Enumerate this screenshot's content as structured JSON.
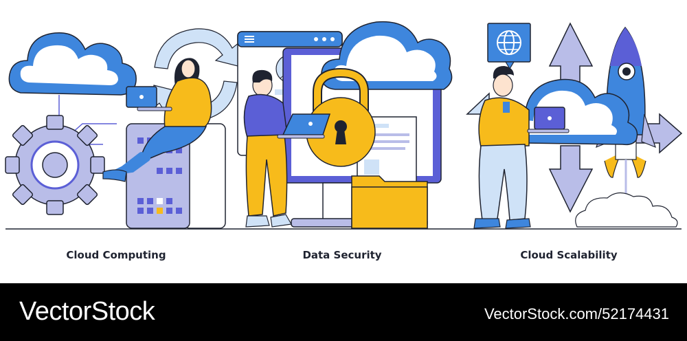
{
  "illustrations": [
    {
      "caption": "Cloud Computing"
    },
    {
      "caption": "Data Security"
    },
    {
      "caption": "Cloud Scalability"
    }
  ],
  "footer": {
    "brand": "VectorStock",
    "stock_id": "VectorStock.com/52174431"
  },
  "colors": {
    "blue": "#3e86dd",
    "light_blue": "#cfe2f7",
    "lavender": "#b9bde8",
    "purple": "#5b5fd6",
    "yellow": "#f7bb1b",
    "navy": "#1f2330"
  },
  "icons": [
    "cloud-icon",
    "gear-icon",
    "refresh-arrows-icon",
    "padlock-icon",
    "globe-icon",
    "rocket-icon",
    "folder-icon",
    "laptop-icon",
    "user-avatar-icon"
  ]
}
